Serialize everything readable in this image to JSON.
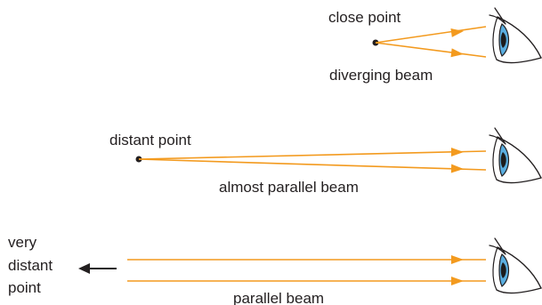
{
  "diagram": {
    "colors": {
      "ray": "#f39a1e",
      "iris": "#5aaee0",
      "pupil": "#1c1c1c",
      "ink": "#231f20"
    },
    "rows": [
      {
        "source_label": "close point",
        "beam_label": "diverging beam"
      },
      {
        "source_label": "distant point",
        "beam_label": "almost parallel beam"
      },
      {
        "source_label_lines": [
          "very",
          "distant",
          "point"
        ],
        "beam_label": "parallel beam"
      }
    ],
    "icons": [
      "eye-icon",
      "left-arrow-icon"
    ]
  }
}
